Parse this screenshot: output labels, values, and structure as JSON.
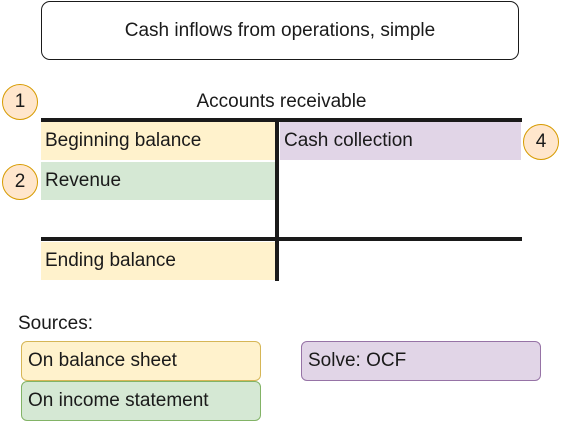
{
  "title": "Cash inflows from operations, simple",
  "t_account": {
    "name": "Accounts receivable",
    "debit_entries": [
      {
        "label": "Beginning balance",
        "category": "balance_sheet"
      },
      {
        "label": "Revenue",
        "category": "income_statement"
      }
    ],
    "credit_entries": [
      {
        "label": "Cash collection",
        "category": "solve"
      }
    ],
    "ending_entry": {
      "label": "Ending balance",
      "category": "balance_sheet"
    }
  },
  "markers": [
    "1",
    "2",
    "4"
  ],
  "legend": {
    "label": "Sources:",
    "items": [
      {
        "label": "On balance sheet",
        "color": "#fff2cc",
        "border": "#d6b656"
      },
      {
        "label": "On income statement",
        "color": "#d5e8d4",
        "border": "#82b366"
      },
      {
        "label": "Solve: OCF",
        "color": "#e1d5e7",
        "border": "#9673a6"
      }
    ]
  },
  "colors": {
    "marker_fill": "#ffe6cc",
    "marker_border": "#d79b00",
    "line": "#1a1a1a"
  }
}
